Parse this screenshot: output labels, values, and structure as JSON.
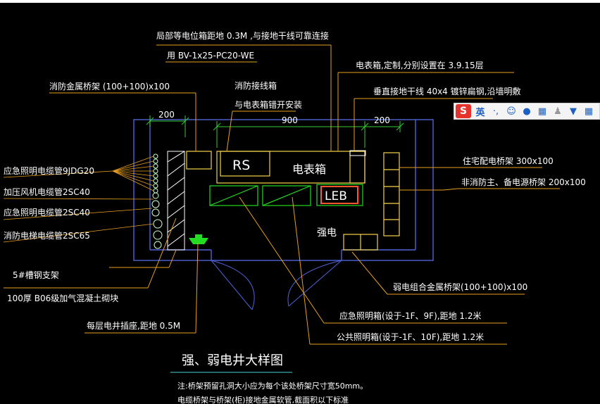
{
  "labels": {
    "top1": "局部等电位箱距地 0.3M ,与接地干线可靠连接",
    "top2": "用 BV-1x25-PC20-WE",
    "metal_tray": "消防金属桥架 (100+100)x100",
    "fire_terminal_a": "消防接线箱",
    "fire_terminal_b": "与电表箱错开安装",
    "meter_box_note": "电表箱,定制,分别设置在 3.9.15层",
    "ground_trunk": "垂直接地干线 40x4 镀锌扁钢,沿墙明敷",
    "dim_200_left": "200",
    "dim_900": "900",
    "dim_200_right": "200",
    "rs": "RS",
    "meter_box": "电表箱",
    "leb": "LEB",
    "strong_power": "强电",
    "bus_tray": "住宅配电桥架 300x100",
    "nonfire_tray": "非消防主、备电源桥架 200x100",
    "conduit1": "应急照明电缆管9JDG20",
    "conduit2": "加压风机电缆管2SC40",
    "conduit3": "应急照明电缆管2SC40",
    "conduit4": "消防电梯电缆管2SC65",
    "angle_steel": "5#槽钢支架",
    "wall": "100厚 B06级加气混凝土砌块",
    "socket": "每层电井插座,距地 0.5M",
    "weak_tray": "弱电组合金属桥架(100+100)x100",
    "emergency_box": "应急照明箱(设于-1F、9F),距地 1.2米",
    "public_light_box": "公共照明箱(设于-1F、10F),距地 1.2米",
    "title": "强、弱电井大样图",
    "note1": "注:桥架预留孔洞大小应为每个该处桥架尺寸宽50mm。",
    "note2": "电缆桥架与桥架(柜)接地金属软管,截面积以下标准"
  },
  "ime_toolbar": {
    "logo": "S",
    "lang": "英",
    "punct": "·,",
    "icons": [
      "smile-icon",
      "mic-icon",
      "keyboard-icon",
      "user-icon",
      "shirt-icon",
      "grid-icon"
    ]
  },
  "colors": {
    "outline": "#4f63d8",
    "callout": "#e8a020",
    "box": "#f5d34a",
    "green": "#22dd22",
    "dim": "#33cc33",
    "leb_border": "#ff5533",
    "text": "#ffffff"
  }
}
